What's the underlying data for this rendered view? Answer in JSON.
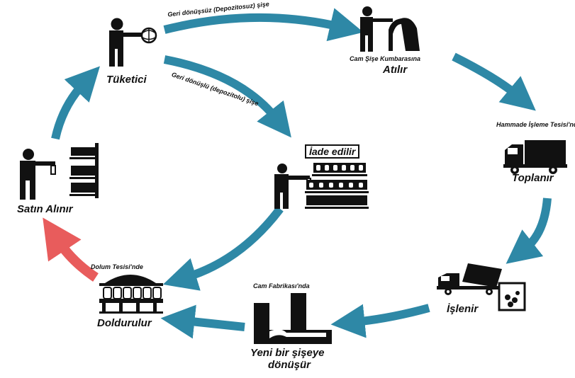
{
  "colors": {
    "arrow_blue": "#2e88a6",
    "arrow_red": "#e85c5c",
    "ink": "#111111"
  },
  "arrows": {
    "top": "Geri dönüşsüz (Depozitosuz) şişe",
    "middle": "Geri dönüşlü (depozitolu) şişe"
  },
  "stages": {
    "tuketici": "Tüketici",
    "cam_sise_note": "Cam Şişe Kumbarasına",
    "atilir": "Atılır",
    "hammadde_note": "Hammade İşleme Tesisi'nde",
    "toplanir": "Toplanır",
    "islenir": "İşlenir",
    "cam_fabrikasi_note": "Cam Fabrikası'nda",
    "yeni_sise_1": "Yeni bir şişeye",
    "yeni_sise_2": "dönüşür",
    "dolum_note": "Dolum Tesisi'nde",
    "doldurulur": "Doldurulur",
    "satin_alinir": "Satın Alınır",
    "iade_edilir": "İade edilir"
  },
  "icons": [
    "person-with-globe-icon",
    "person-at-bin-icon",
    "truck-icon",
    "dump-truck-icon",
    "factory-icon",
    "filling-plant-icon",
    "person-shopping-icon",
    "person-returning-bottles-icon"
  ]
}
